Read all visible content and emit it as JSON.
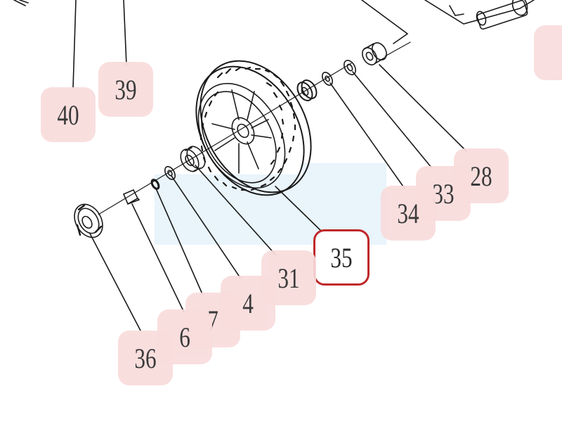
{
  "diagram": {
    "selected_part": "35",
    "callouts": [
      {
        "id": "40",
        "label": "40"
      },
      {
        "id": "39",
        "label": "39"
      },
      {
        "id": "28",
        "label": "28"
      },
      {
        "id": "33",
        "label": "33"
      },
      {
        "id": "34",
        "label": "34"
      },
      {
        "id": "35",
        "label": "35"
      },
      {
        "id": "31",
        "label": "31"
      },
      {
        "id": "4",
        "label": "4"
      },
      {
        "id": "7",
        "label": "7"
      },
      {
        "id": "6",
        "label": "6"
      },
      {
        "id": "36",
        "label": "36"
      }
    ],
    "colors": {
      "callout_fill": "#f9dcdc",
      "selected_border": "#c0282a",
      "line": "#1a1a1a",
      "watermark": "#e9f4fb"
    }
  }
}
